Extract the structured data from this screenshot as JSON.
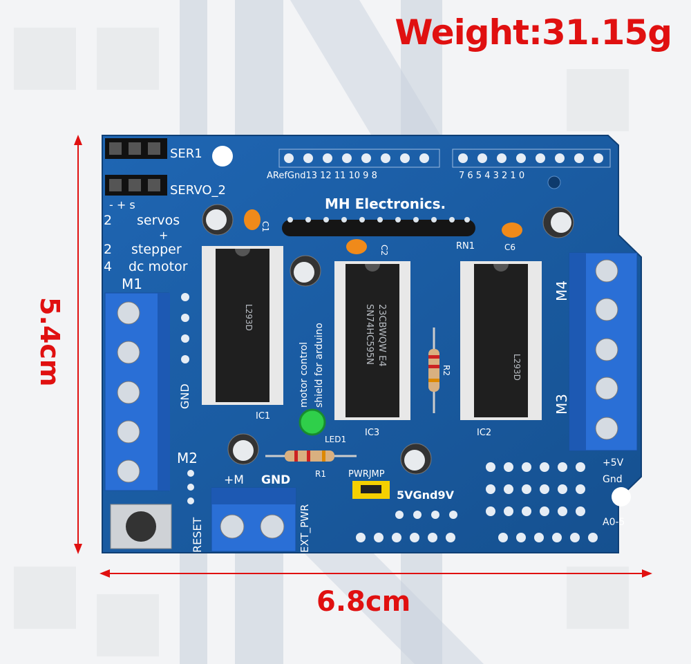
{
  "annotations": {
    "weight": "Weight:31.15g",
    "width": "6.8cm",
    "height": "5.4cm"
  },
  "board": {
    "brand": "MH Electronics.",
    "ser1": "SER1",
    "servo2": "SERVO_2",
    "servo_pins": "-  +  s",
    "features": [
      "2",
      "servos",
      "+",
      "2",
      "stepper",
      "4",
      "dc motor"
    ],
    "m1": "M1",
    "m2": "M2",
    "m3": "M3",
    "m4": "M4",
    "gnd_vertical": "GND",
    "reset": "RESET",
    "plus_m": "+M",
    "gnd": "GND",
    "ext_pwr": "EXT_PWR",
    "pwrjmp": "PWRJMP",
    "jumper_labels": "5VGnd9V",
    "plus5v": "+5V",
    "gnd_small": "Gnd",
    "a0_5": "A0-5",
    "aref_row": "ARefGnd13  12  11  10  9   8",
    "digital_row": "7   6   5   4   3   2   1   0",
    "rn1": "RN1",
    "c1": "C1",
    "c2": "C2",
    "c6": "C6",
    "r1": "R1",
    "r2": "R2",
    "led1": "LED1",
    "ic1": "IC1",
    "ic2": "IC2",
    "ic3": "IC3",
    "chip_l293": "L293D",
    "chip_595_line1": "23CBWQW E4",
    "chip_595_line2": "SN74HC595N",
    "shield_text1": "motor control",
    "shield_text2": "shield for arduino"
  },
  "colors": {
    "board": "#1b5fa8",
    "board_dark": "#164f90",
    "terminal": "#2a6fd6",
    "annotation": "#e01010",
    "chip": "#222222",
    "silk": "#ffffff",
    "jumper": "#f5d000",
    "led": "#2fcf4a",
    "capacitor": "#f08a1a"
  }
}
